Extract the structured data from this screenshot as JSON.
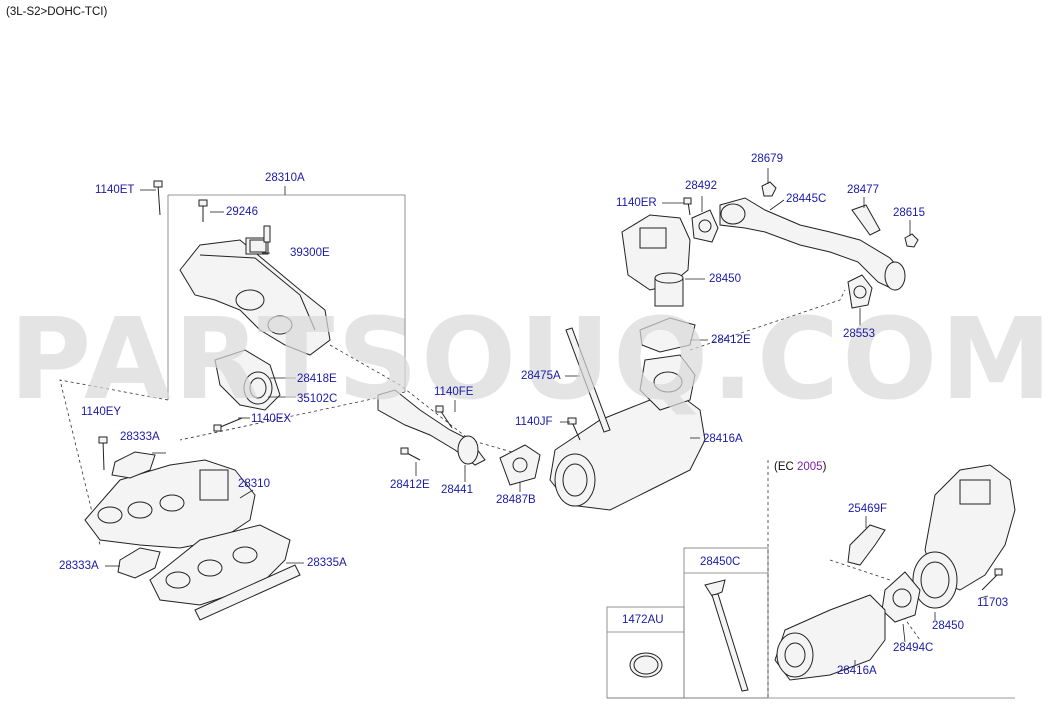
{
  "header": {
    "text": "(3L-S2>DOHC-TCI)"
  },
  "watermark": {
    "text": "PARTSOUQ.COM"
  },
  "ec_note": {
    "prefix": "(EC ",
    "year": "2005",
    "suffix": ")"
  },
  "colors": {
    "label": "#1a1aa6",
    "year": "#7a1fa2",
    "watermark": "#d9d9d9"
  },
  "labels": {
    "p1140ET": "1140ET",
    "p28310A": "28310A",
    "p29246": "29246",
    "p39300E": "39300E",
    "p28418E": "28418E",
    "p35102C": "35102C",
    "p1140EX": "1140EX",
    "p1140EY": "1140EY",
    "p28333A_top": "28333A",
    "p28310": "28310",
    "p28333A_bottom": "28333A",
    "p28335A": "28335A",
    "p1140FE": "1140FE",
    "p28412E_left": "28412E",
    "p28441": "28441",
    "p28487B": "28487B",
    "p1140JF": "1140JF",
    "p28475A": "28475A",
    "p28416A_main": "28416A",
    "p1140ER": "1140ER",
    "p28492": "28492",
    "p28679": "28679",
    "p28445C": "28445C",
    "p28477": "28477",
    "p28615": "28615",
    "p28450_main": "28450",
    "p28553": "28553",
    "p28412E_right": "28412E",
    "p28450C": "28450C",
    "p1472AU": "1472AU",
    "p25469F": "25469F",
    "p11703": "11703",
    "p28450_ec": "28450",
    "p28494C": "28494C",
    "p28416A_ec": "28416A"
  }
}
